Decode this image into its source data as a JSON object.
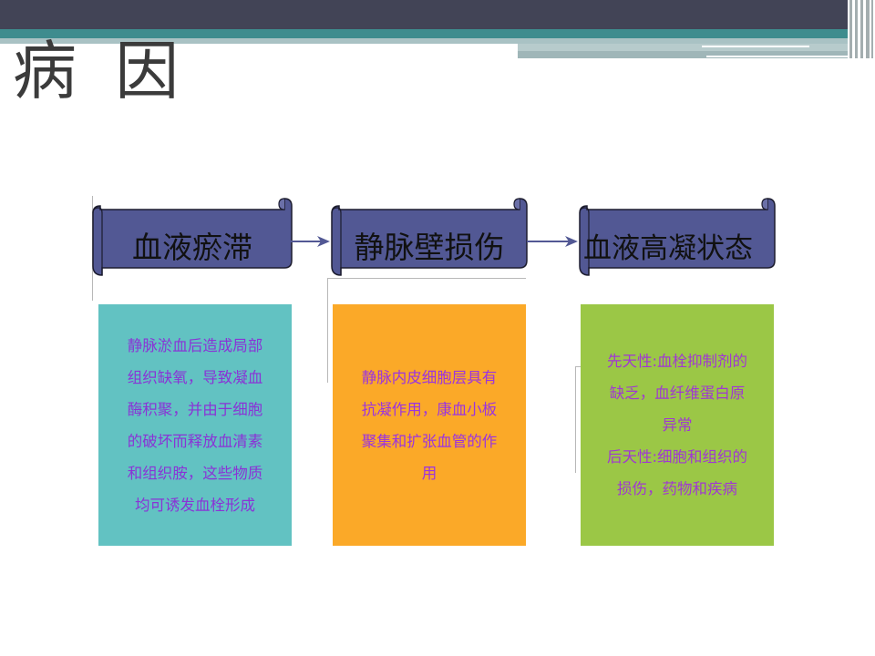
{
  "slide": {
    "title": "病 因"
  },
  "steps": [
    {
      "label": "血液瘀滞",
      "box_color": "#62c2c2",
      "lines": [
        "静脉淤血后造成局部",
        "组织缺氧，导致凝血",
        "酶积聚，并由于细胞",
        "的破坏而释放血清素",
        "和组织胺，这些物质",
        "均可诱发血栓形成"
      ]
    },
    {
      "label": "静脉壁损伤",
      "box_color": "#fba928",
      "lines": [
        "静脉内皮细胞层具有",
        "抗凝作用，康血小板",
        "聚集和扩张血管的作",
        "用"
      ]
    },
    {
      "label": "血液高凝状态",
      "box_color": "#9bc746",
      "lines": [
        "先天性:血栓抑制剂的",
        "缺乏，血纤维蛋白原",
        "异常",
        "后天性:细胞和组织的",
        "损伤，药物和疾病"
      ]
    }
  ],
  "colors": {
    "header_dark": "#424456",
    "header_teal": "#3e8c8e",
    "scroll_fill": "#525894",
    "arrow": "#525894"
  }
}
